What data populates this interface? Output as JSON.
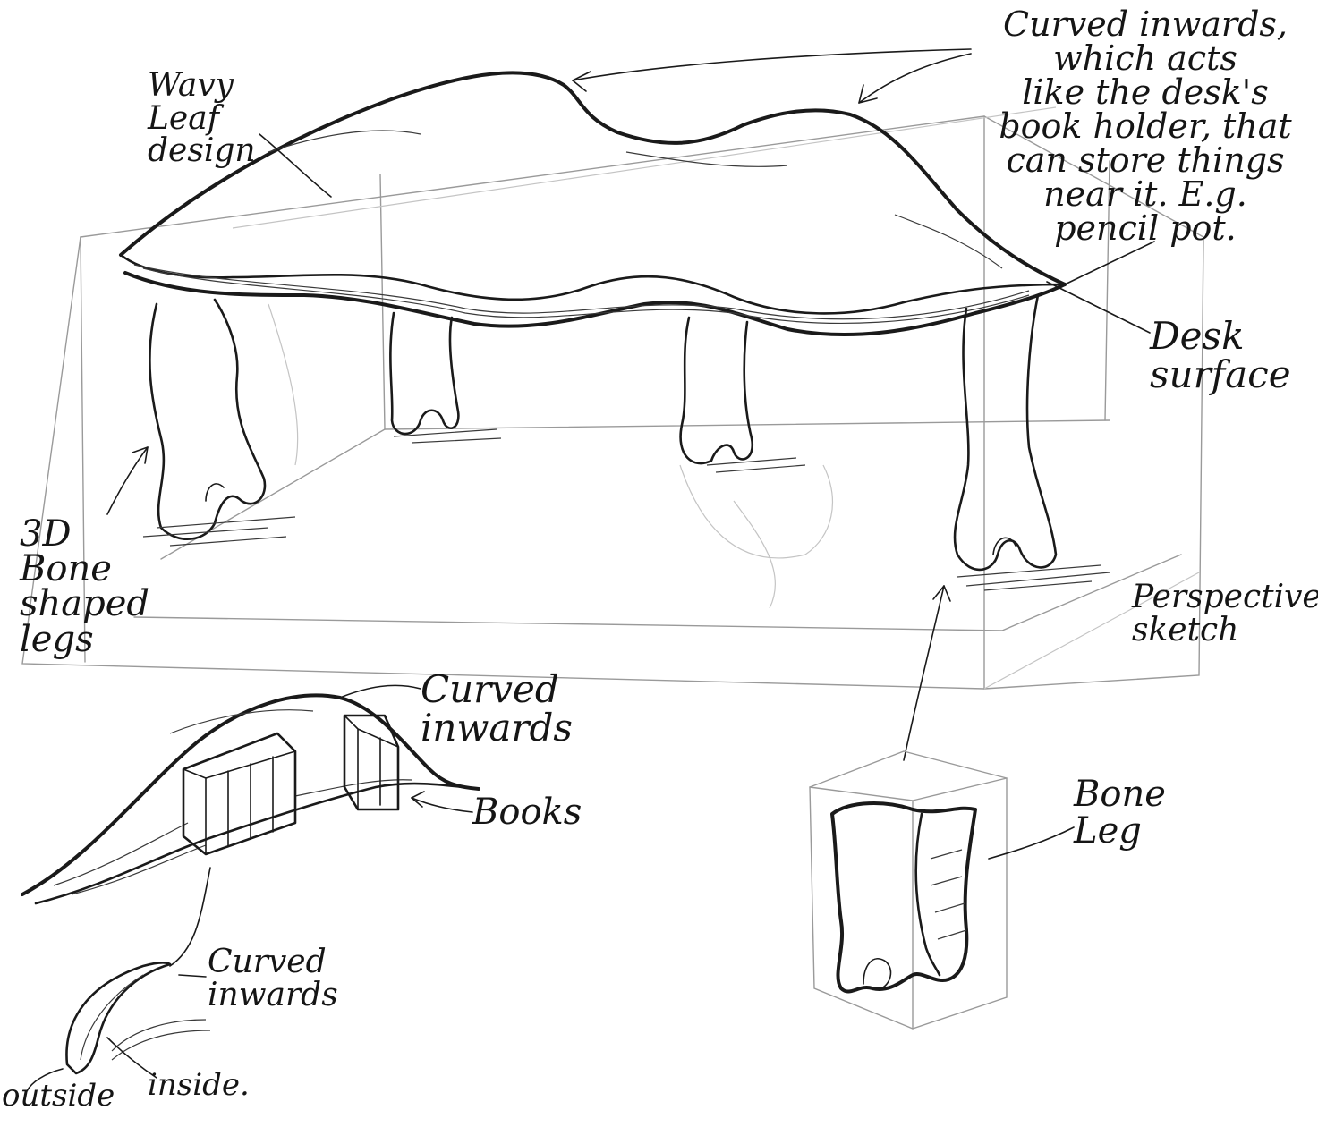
{
  "labels": {
    "wavy_leaf": "Wavy\nLeaf\ndesign",
    "curved_top": "Curved inwards,\nwhich acts\nlike the desk's\nbook holder, that\ncan store things\nnear it. E.g.\npencil pot.",
    "desk_surface": "Desk\nsurface",
    "bone_legs": "3D\nBone\nshaped\nlegs",
    "perspective": "Perspective\nsketch",
    "curved_mid": "Curved\ninwards",
    "books": "Books",
    "bone_leg": "Bone\nLeg",
    "curved_low": "Curved\ninwards",
    "outside": "outside",
    "inside": "inside."
  }
}
